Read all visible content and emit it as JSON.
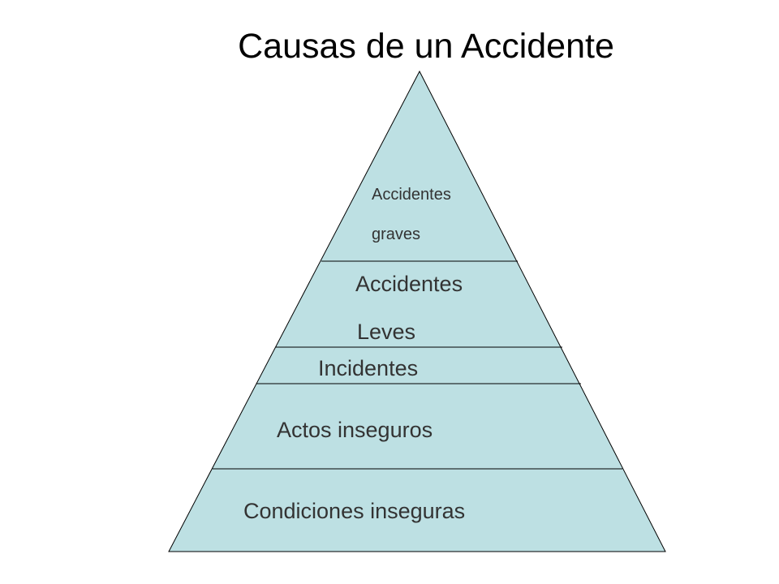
{
  "title": "Causas de un Accidente",
  "colors": {
    "fill": "#bde0e3",
    "stroke": "#000000",
    "text": "#333333"
  },
  "pyramid": {
    "levels": [
      {
        "lines": [
          "Accidentes",
          "graves"
        ]
      },
      {
        "lines": [
          "Accidentes",
          "Leves"
        ]
      },
      {
        "lines": [
          "Incidentes"
        ]
      },
      {
        "lines": [
          "Actos inseguros"
        ]
      },
      {
        "lines": [
          "Condiciones inseguras"
        ]
      }
    ]
  }
}
